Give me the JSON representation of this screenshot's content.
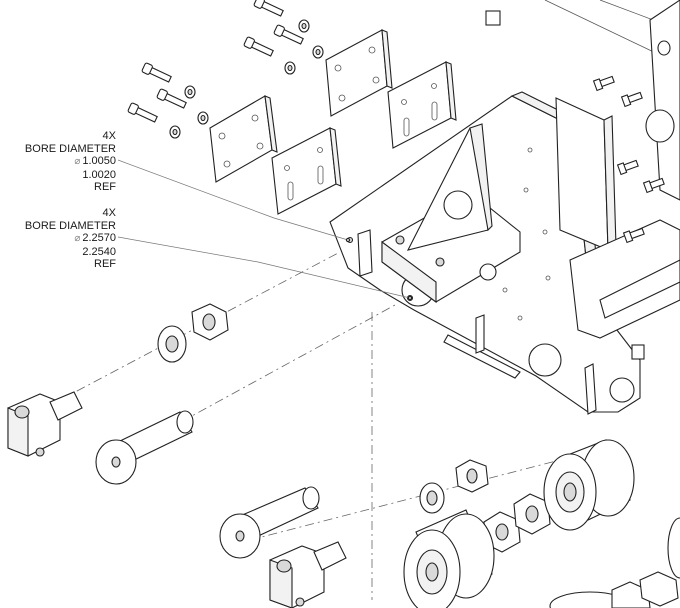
{
  "callouts": [
    {
      "qty": "4X",
      "label": "BORE DIAMETER",
      "symbol": "⌀",
      "upper": "1.0050",
      "lower": "1.0020",
      "note": "REF"
    },
    {
      "qty": "4X",
      "label": "BORE DIAMETER",
      "symbol": "⌀",
      "upper": "2.2570",
      "lower": "2.2540",
      "note": "REF"
    }
  ]
}
